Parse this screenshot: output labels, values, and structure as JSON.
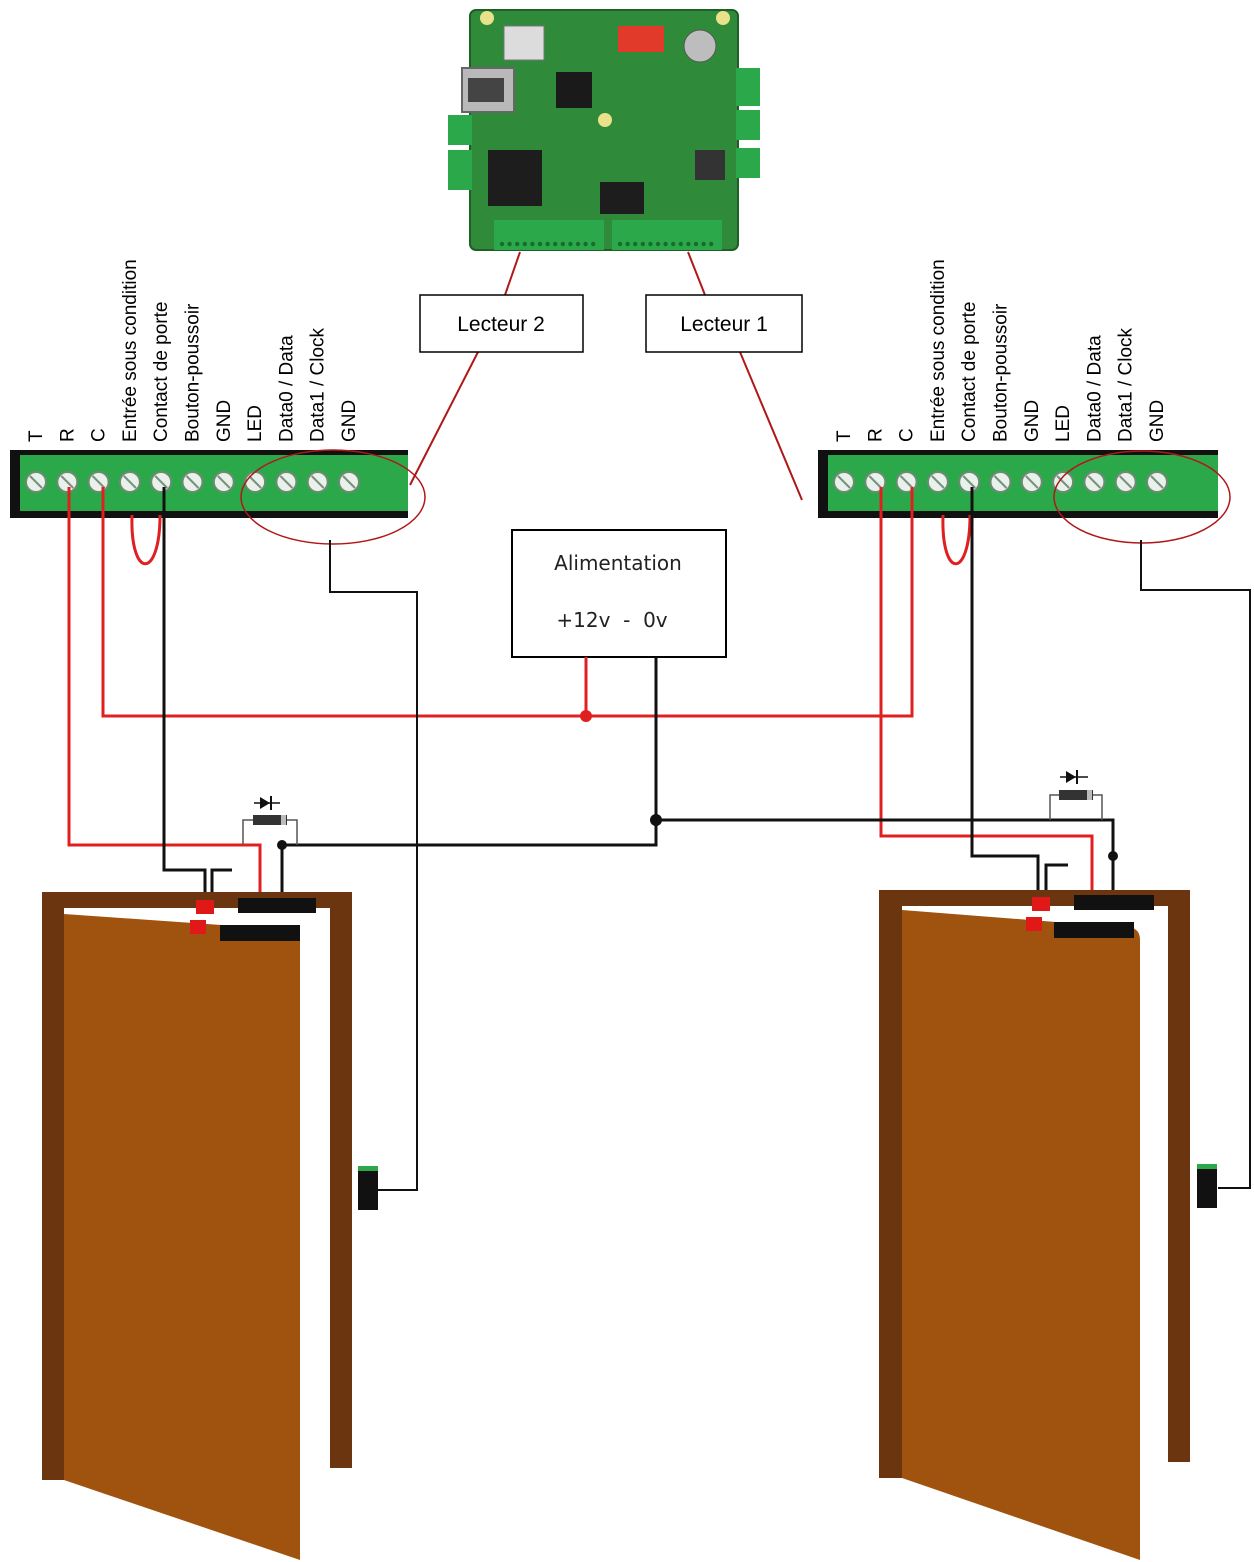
{
  "terminal_labels": [
    "T",
    "R",
    "C",
    "Entrée sous condition",
    "Contact de porte",
    "Bouton-poussoir",
    "GND",
    "LED",
    "Data0 / Data",
    "Data1 / Clock",
    "GND"
  ],
  "readers": {
    "left": "Lecteur 2",
    "right": "Lecteur 1"
  },
  "power_supply": {
    "title": "Alimentation",
    "voltage": "+12v  -  0v"
  },
  "colors": {
    "wire_positive": "#e02020",
    "wire_ground": "#111111",
    "leader_line": "#b01818",
    "door": "#a0520f",
    "frame": "#6b3510",
    "pcb": "#2f8a3a",
    "terminal_strip": "#2aa84a"
  }
}
